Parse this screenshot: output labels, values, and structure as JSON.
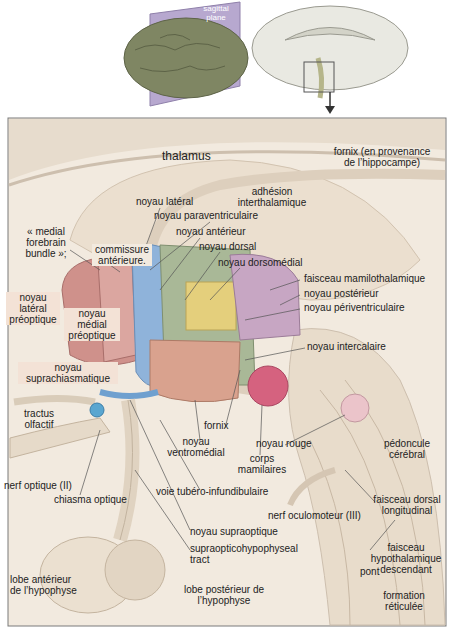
{
  "diagram": {
    "labels": [
      "sagittal plane",
      "thalamus",
      "fornix (en provenance de l’hippocampe)",
      "adhésion interthalamique",
      "noyau latéral",
      "noyau paraventriculaire",
      "noyau antérieur",
      "noyau dorsal",
      "« medial forebrain bundle »;",
      "commissure antérieure.",
      "noyau dorsomédial",
      "faisceau mamilothalamique",
      "noyau postérieur",
      "noyau périventriculaire",
      "noyau latéral préoptique",
      "noyau médial préoptique",
      "noyau suprachiasmatique",
      "noyau intercalaire",
      "tractus olfactif",
      "fornix",
      "noyau rouge",
      "noyau ventromédial",
      "corps mamilaires",
      "pédoncule cérébral",
      "nerf optique (II)",
      "chiasma optique",
      "voie tubéro-infundibulaire",
      "nerf oculomoteur (III)",
      "faisceau dorsal longitudinal",
      "noyau supraoptique",
      "supraopticohypophyseal tract",
      "faisceau hypothalamique descendant",
      "pont",
      "lobe antérieur de l’hypophyse",
      "lobe postérieur de l’hypophyse",
      "formation réticulée"
    ]
  }
}
